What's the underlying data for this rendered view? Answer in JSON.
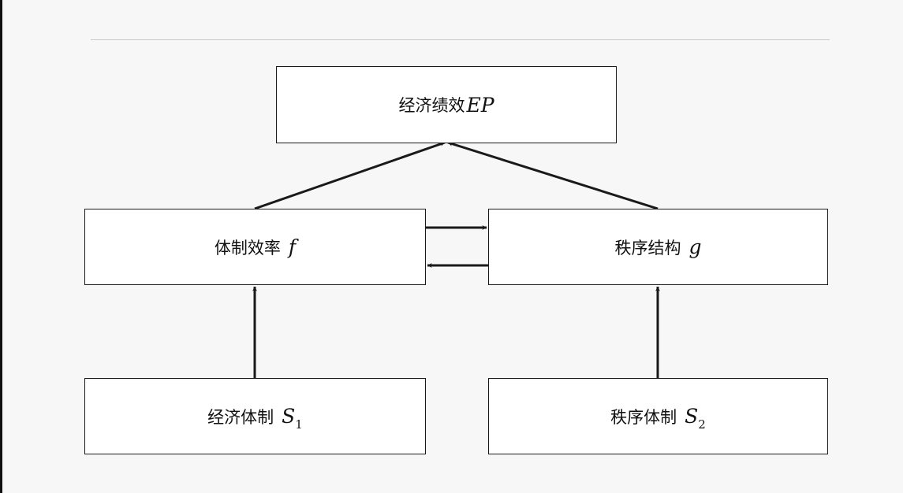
{
  "nodes": {
    "economic_performance": {
      "label": "经济绩效",
      "symbol": "EP"
    },
    "institutional_efficiency": {
      "label": "体制效率",
      "symbol": "f"
    },
    "order_structure": {
      "label": "秩序结构",
      "symbol": "g"
    },
    "economic_system": {
      "label": "经济体制",
      "symbol": "S",
      "subscript": "1"
    },
    "order_system": {
      "label": "秩序体制",
      "symbol": "S",
      "subscript": "2"
    }
  },
  "edges": [
    {
      "from": "institutional_efficiency",
      "to": "economic_performance"
    },
    {
      "from": "order_structure",
      "to": "economic_performance"
    },
    {
      "from": "institutional_efficiency",
      "to": "order_structure"
    },
    {
      "from": "order_structure",
      "to": "institutional_efficiency"
    },
    {
      "from": "economic_system",
      "to": "institutional_efficiency"
    },
    {
      "from": "order_system",
      "to": "order_structure"
    }
  ],
  "colors": {
    "background": "#f7f7f7",
    "box_fill": "#ffffff",
    "stroke": "#1a1a1a",
    "rule": "#c8c8c8"
  }
}
